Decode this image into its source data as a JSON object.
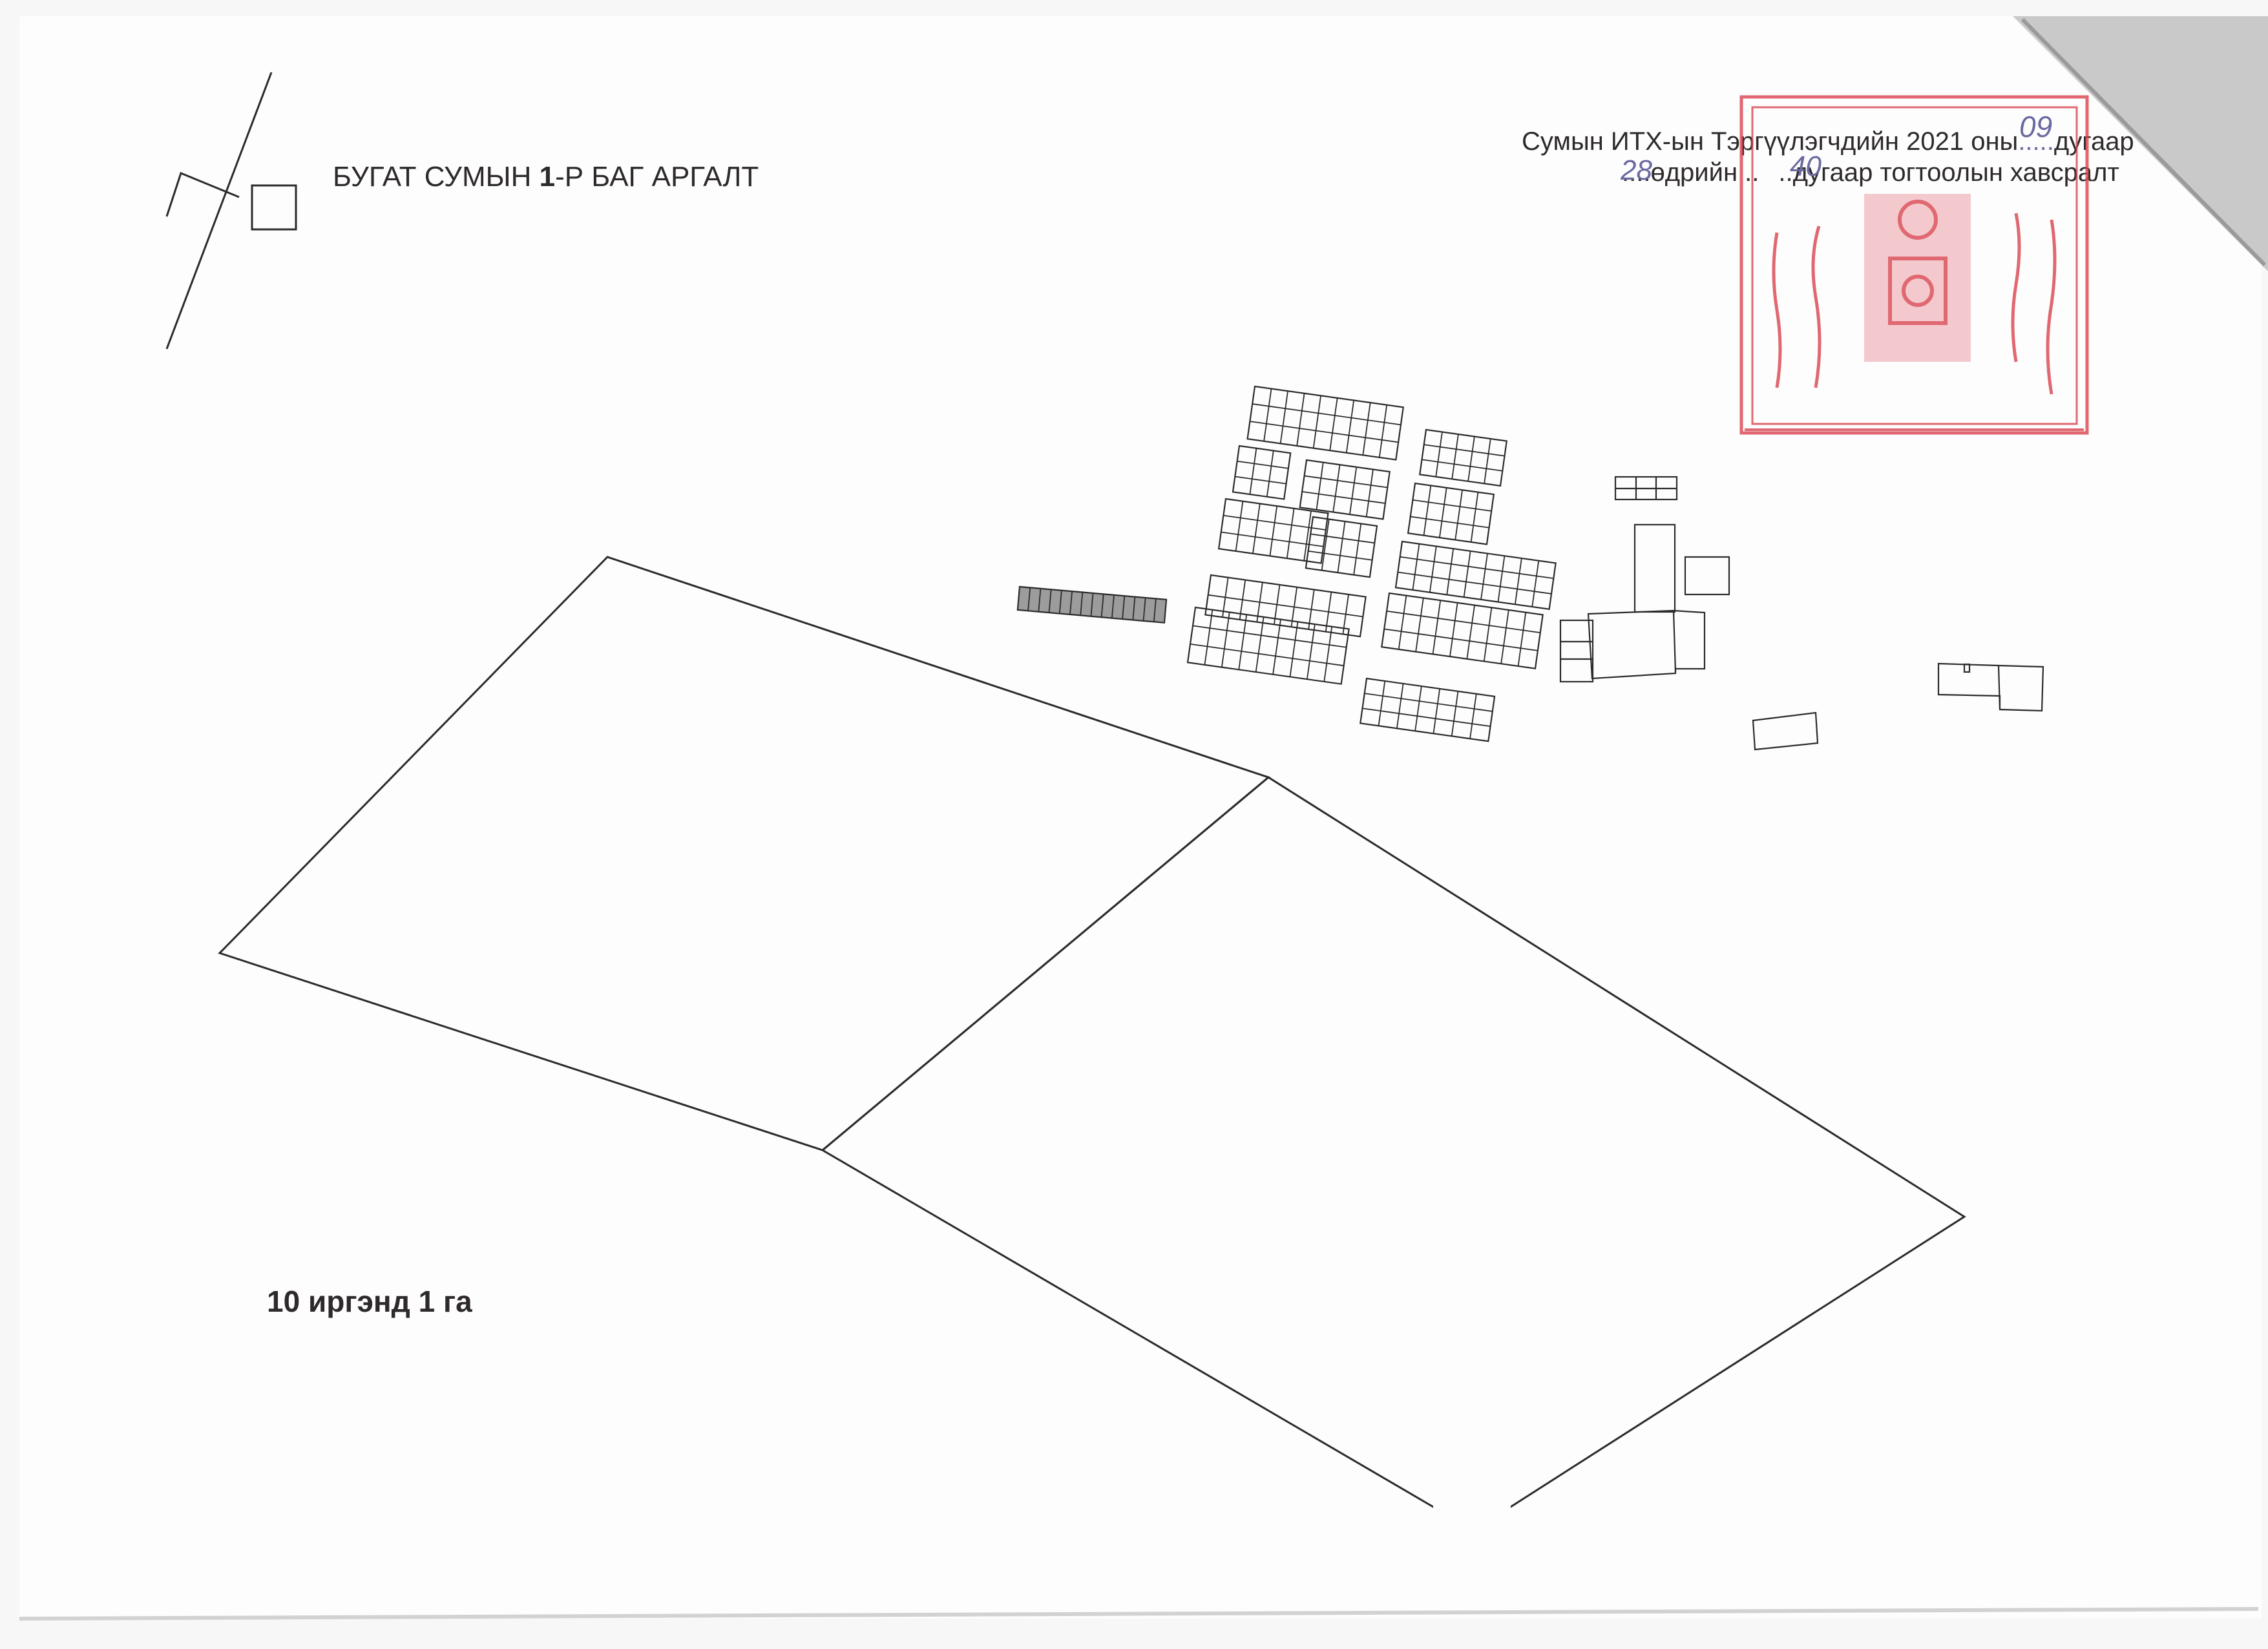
{
  "document": {
    "title_prefix": "БУГАТ СУМЫН ",
    "title_number": "1",
    "title_suffix": "-Р БАГ АРГАЛТ",
    "resolution_line1_prefix": "Сумын ИТХ-ын Тэргүүлэгчдийн 2021 оны",
    "resolution_line1_dots": ".....",
    "resolution_line1_suffix": "дугаар",
    "resolution_line2_prefix": "....",
    "resolution_line2_mid": "өдрийн ..",
    "resolution_line2_suffix": "..дугаар тогтоолын хавсралт",
    "handwritten_month": "09",
    "handwritten_day": "28",
    "handwritten_number": "40",
    "area_label": "10 иргэнд 1 га"
  },
  "colors": {
    "ink": "#2e2a2c",
    "stamp": "#d9434f",
    "handwriting": "#6a6aa0",
    "paper": "#f7f7f7"
  },
  "icons": {
    "north_arrow": "north-arrow-icon",
    "seal": "official-seal-icon"
  }
}
